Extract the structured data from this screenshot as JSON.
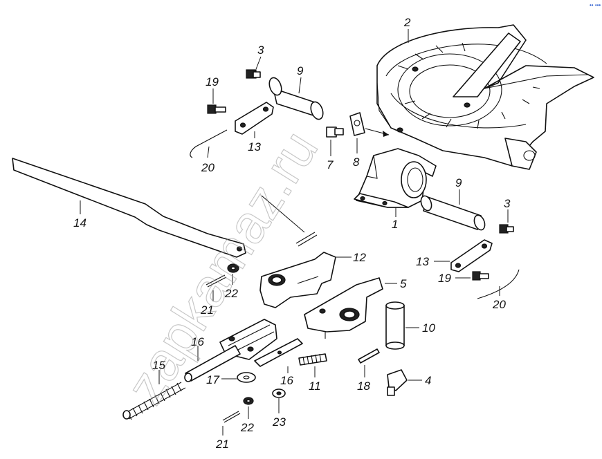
{
  "watermark": "zapkamaz.ru",
  "corner_mark": "•• •••",
  "callouts": [
    {
      "id": "c2a",
      "text": "2"
    },
    {
      "id": "c3a",
      "text": "3"
    },
    {
      "id": "c9a",
      "text": "9"
    },
    {
      "id": "c19a",
      "text": "19"
    },
    {
      "id": "c13a",
      "text": "13"
    },
    {
      "id": "c20a",
      "text": "20"
    },
    {
      "id": "c7",
      "text": "7"
    },
    {
      "id": "c8",
      "text": "8"
    },
    {
      "id": "c1",
      "text": "1"
    },
    {
      "id": "c14",
      "text": "14"
    },
    {
      "id": "c9b",
      "text": "9"
    },
    {
      "id": "c3b",
      "text": "3"
    },
    {
      "id": "c13b",
      "text": "13"
    },
    {
      "id": "c19b",
      "text": "19"
    },
    {
      "id": "c20b",
      "text": "20"
    },
    {
      "id": "c12",
      "text": "12"
    },
    {
      "id": "c5",
      "text": "5"
    },
    {
      "id": "c22a",
      "text": "22"
    },
    {
      "id": "c21a",
      "text": "21"
    },
    {
      "id": "c10",
      "text": "10"
    },
    {
      "id": "c16a",
      "text": "16"
    },
    {
      "id": "c15",
      "text": "15"
    },
    {
      "id": "c17",
      "text": "17"
    },
    {
      "id": "c16b",
      "text": "16"
    },
    {
      "id": "c11",
      "text": "11"
    },
    {
      "id": "c18",
      "text": "18"
    },
    {
      "id": "c4",
      "text": "4"
    },
    {
      "id": "c22b",
      "text": "22"
    },
    {
      "id": "c23",
      "text": "23"
    },
    {
      "id": "c21b",
      "text": "21"
    }
  ]
}
